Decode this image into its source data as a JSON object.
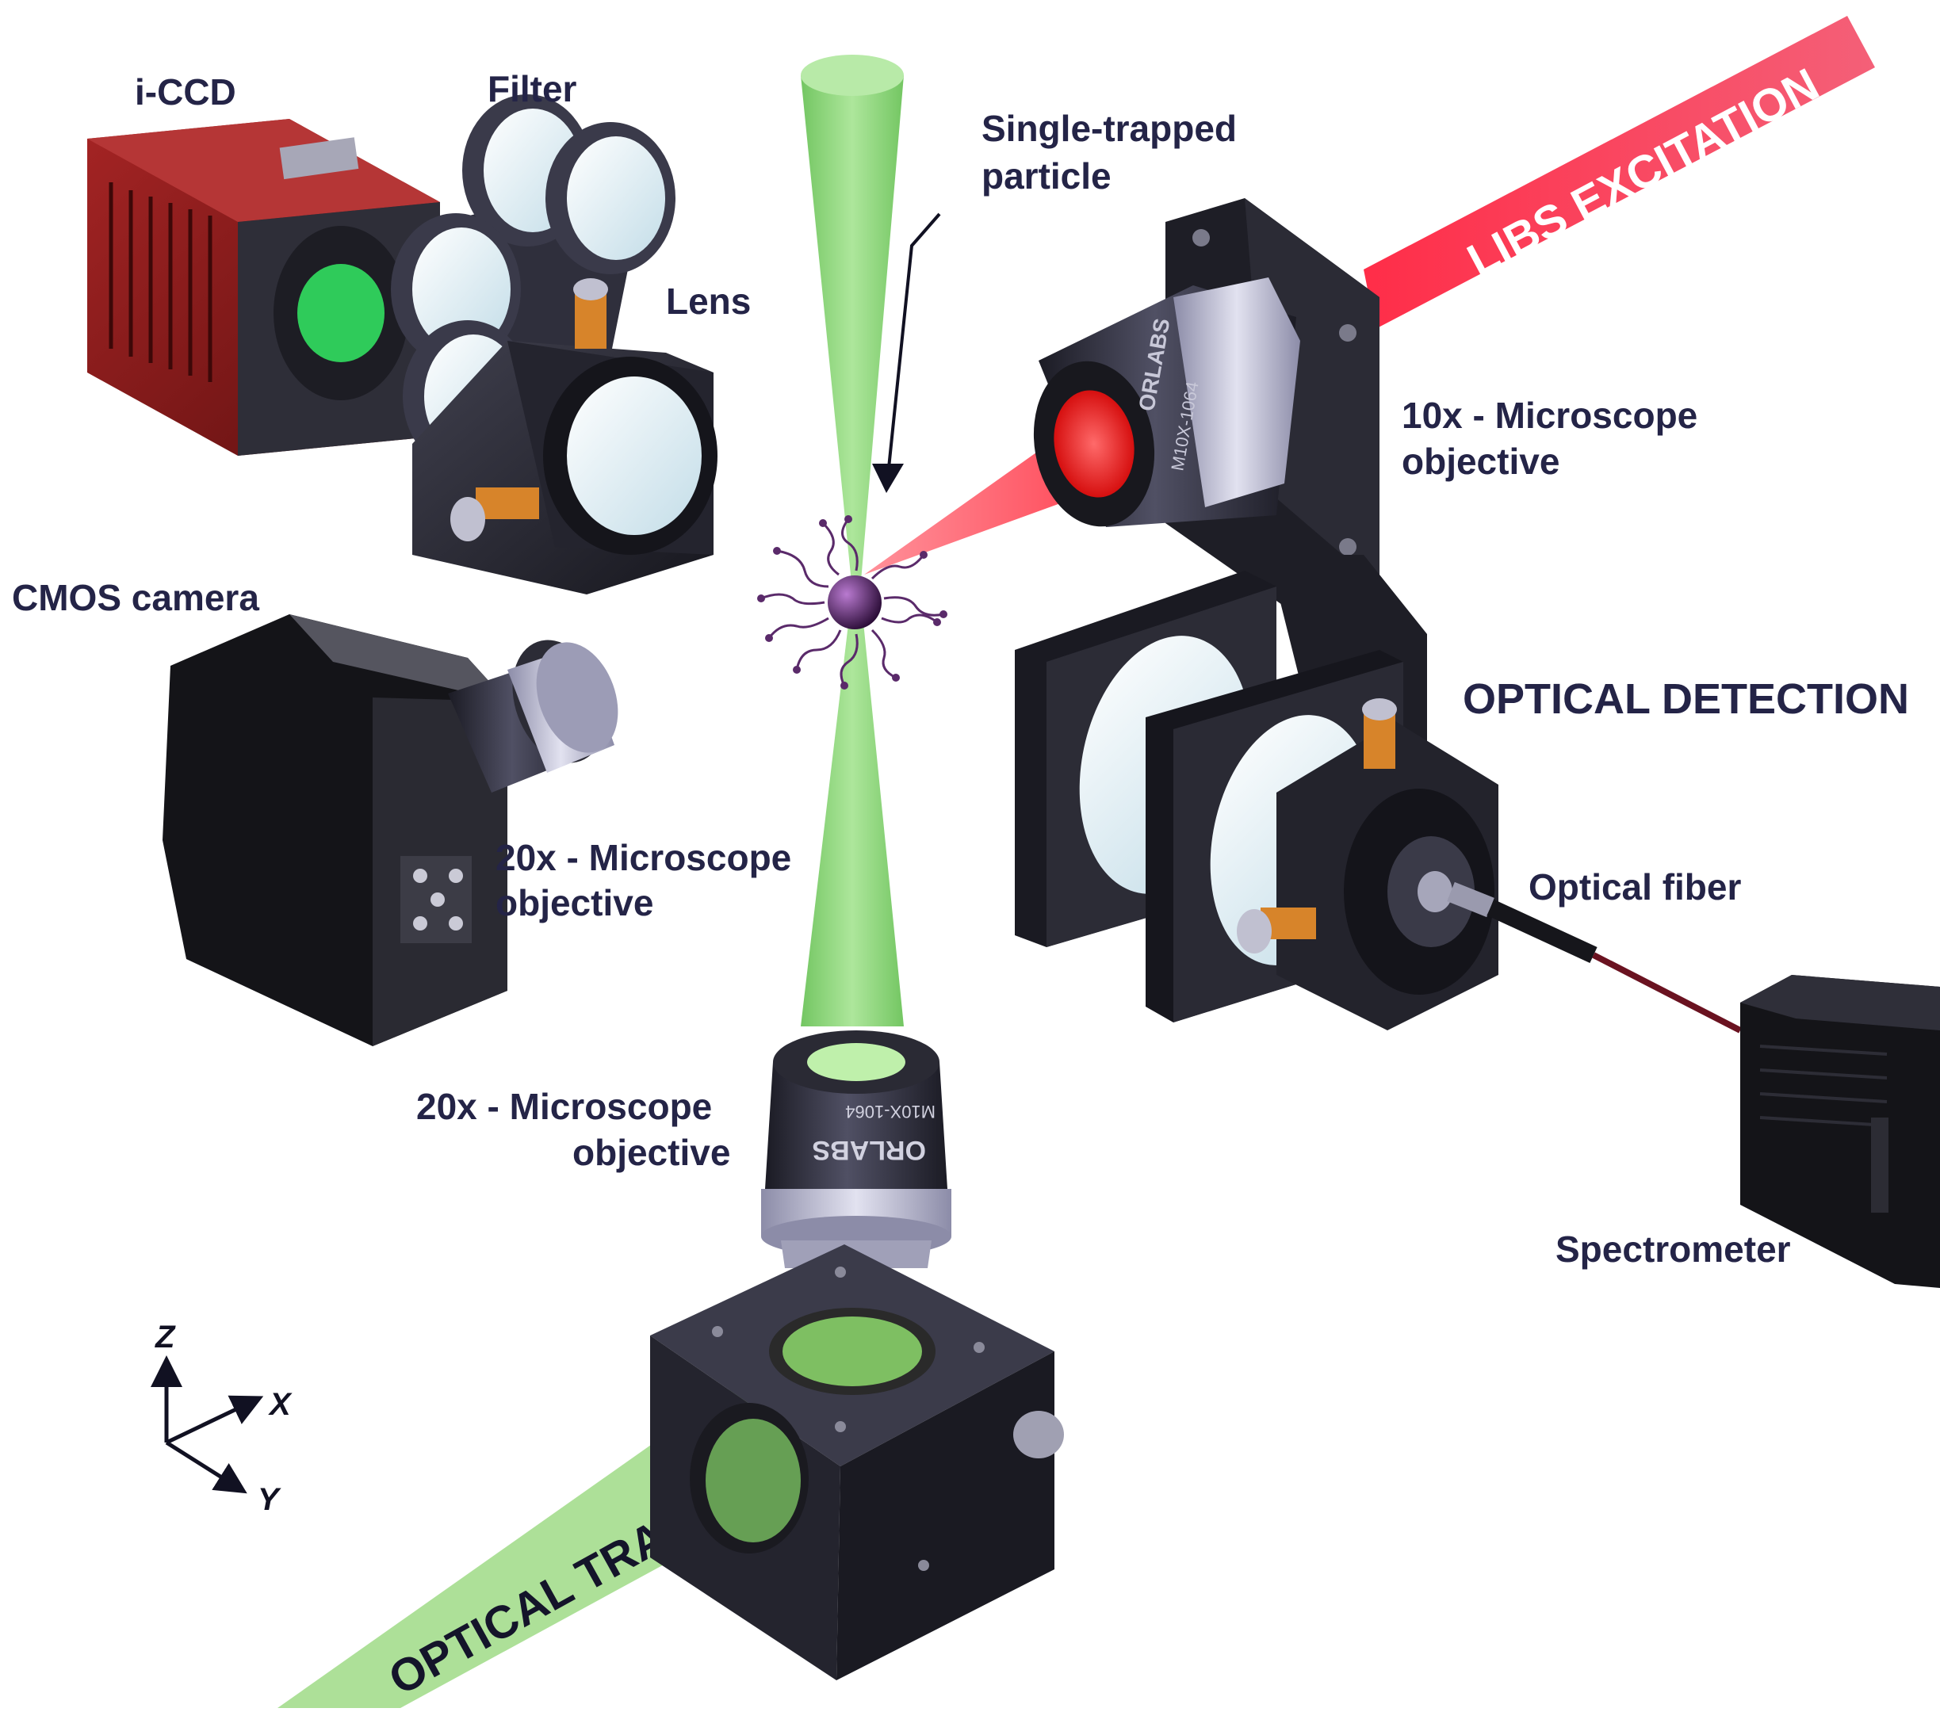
{
  "colors": {
    "label_text": "#242447",
    "green_beam": "#8fd47a",
    "red_beam": "#f0304a",
    "icd_body": "#8e1c1c",
    "metal_dark": "#262630",
    "green_glow": "#2fcb5a",
    "red_glow": "#ff2626",
    "particle": "#5a2a6a"
  },
  "labels": {
    "iccd": "i-CCD",
    "filter": "Filter",
    "lens": "Lens",
    "particle_line1": "Single-trapped",
    "particle_line2": "particle",
    "cmos_camera": "CMOS camera",
    "obj20_side_line1": "20x - Microscope",
    "obj20_side_line2": "objective",
    "obj20_bottom_line1": "20x - Microscope",
    "obj20_bottom_line2": "objective",
    "obj10_line1": "10x - Microscope",
    "obj10_line2": "objective",
    "libs_excitation": "LIBS EXCITATION",
    "optical_detection": "OPTICAL DETECTION",
    "optical_fiber": "Optical fiber",
    "spectrometer": "Spectrometer",
    "optical_trapping": "OPTICAL TRAPPING"
  },
  "axes": {
    "z": "Z",
    "x": "X",
    "y": "Y"
  },
  "engravings": {
    "obj10_brand": "ORLABS",
    "obj10_model": "M10X-1064",
    "obj20_brand": "ORLABS",
    "obj20_model": "M10X-1064"
  }
}
